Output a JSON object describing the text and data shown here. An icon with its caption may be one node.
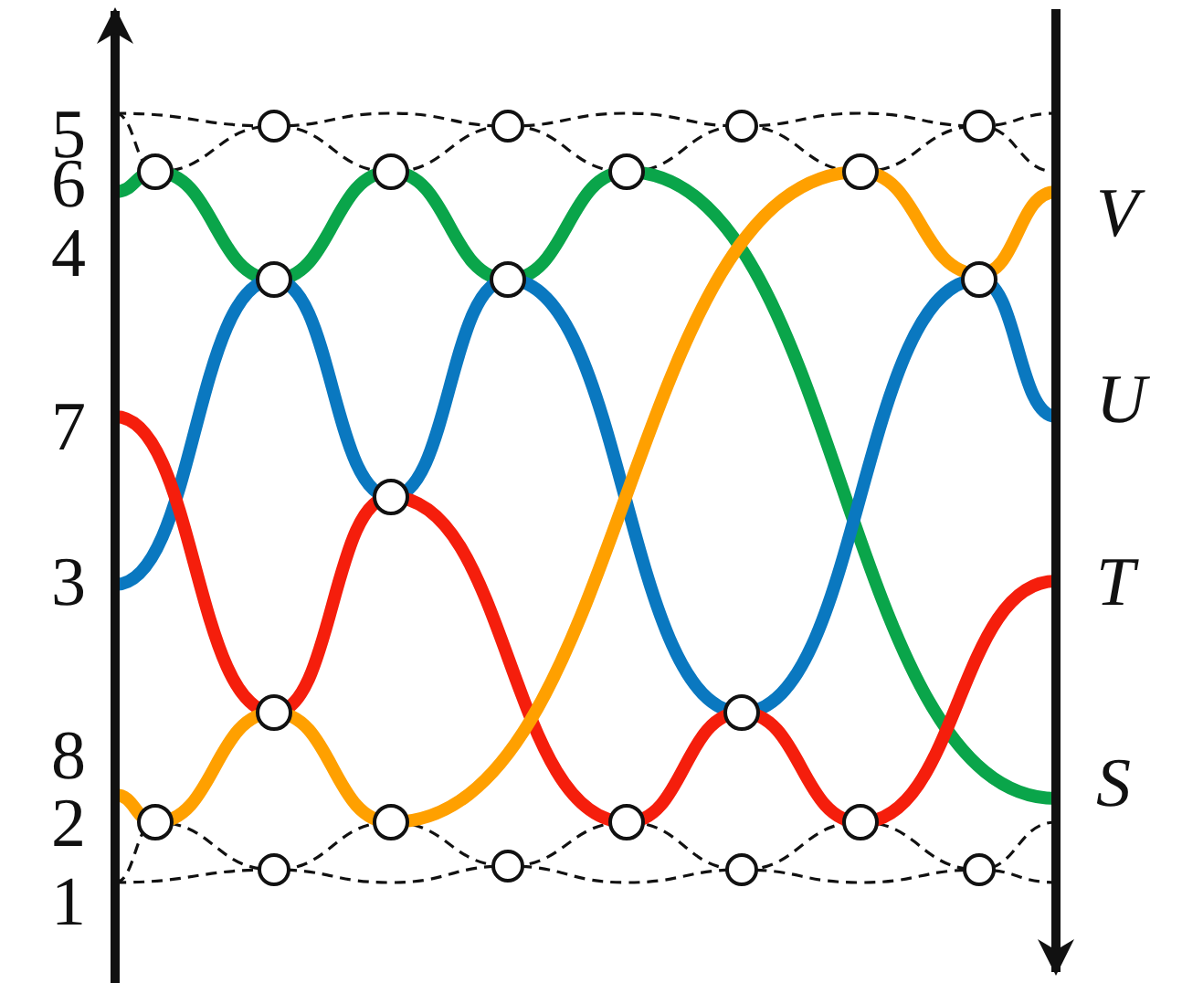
{
  "diagram": {
    "labels": [
      "5",
      "6",
      "V",
      "4",
      "U",
      "7",
      "3",
      "T",
      "8",
      "S",
      "2",
      "1"
    ]
  }
}
